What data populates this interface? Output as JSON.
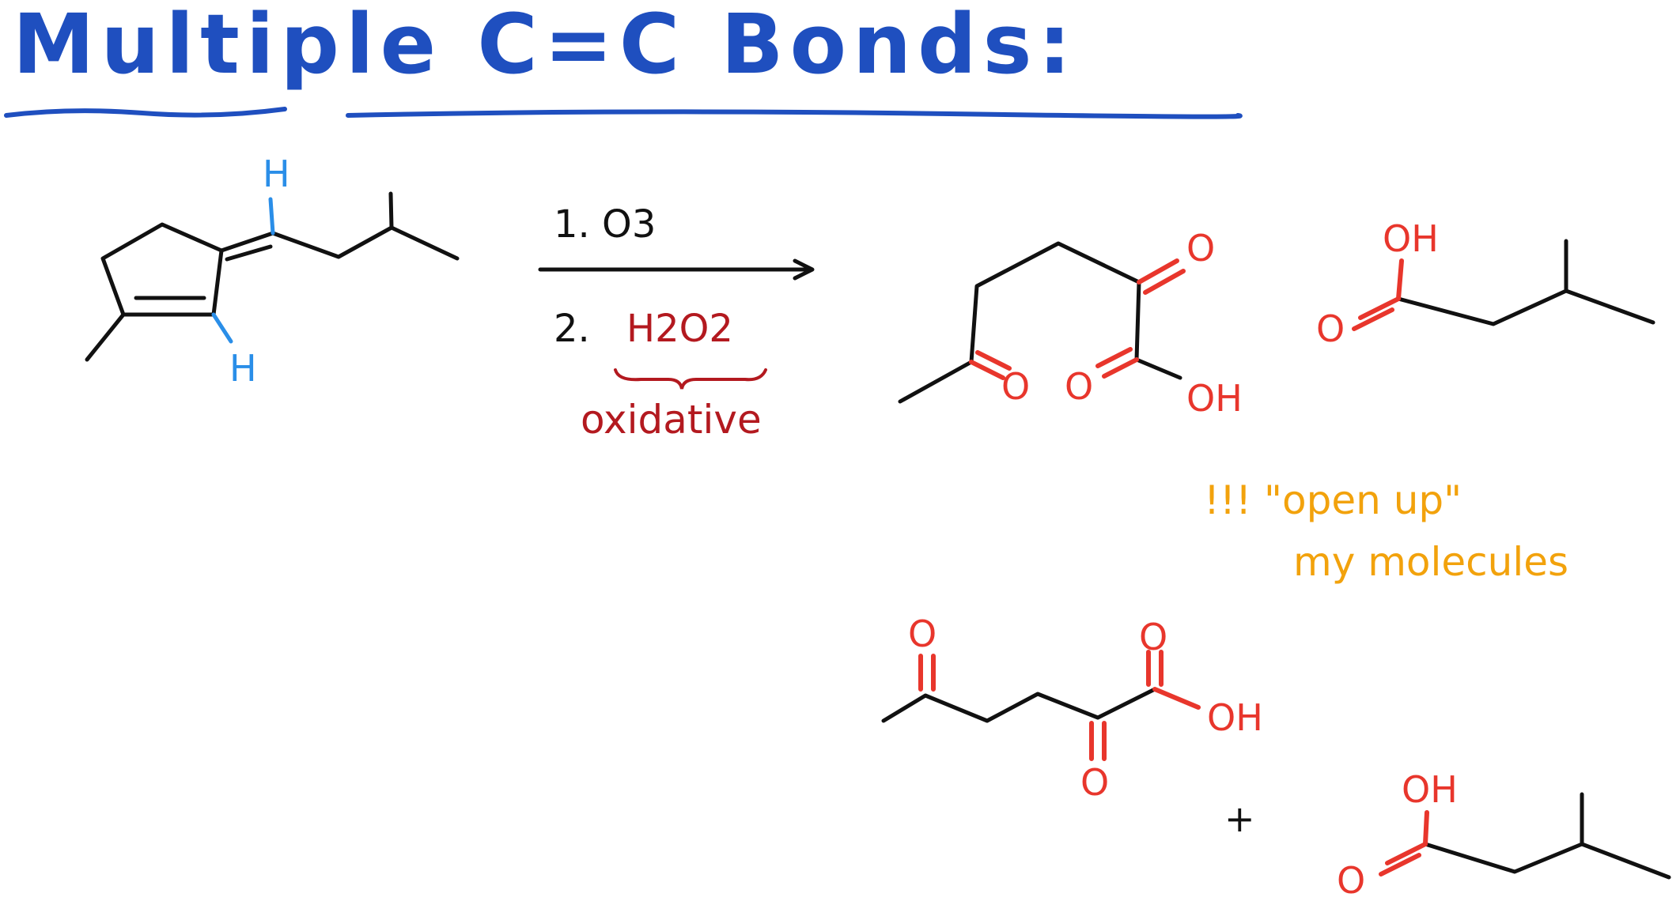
{
  "title": "Multiple C=C Bonds:",
  "colors": {
    "title": "#1f4fbf",
    "bond": "#111111",
    "product": "#e8362c",
    "reagent": "#b3191f",
    "hydrogen": "#2a8ee8",
    "note": "#f2a20c"
  },
  "reaction": {
    "step1": "1. O3",
    "step2_prefix": "2.",
    "step2_reagent": "H2O2",
    "condition_note": "oxidative"
  },
  "atoms": {
    "H": "H",
    "O": "O",
    "OH": "OH"
  },
  "note": {
    "line1": "!!! \"open up\"",
    "line2": "my molecules"
  },
  "plus": "+"
}
